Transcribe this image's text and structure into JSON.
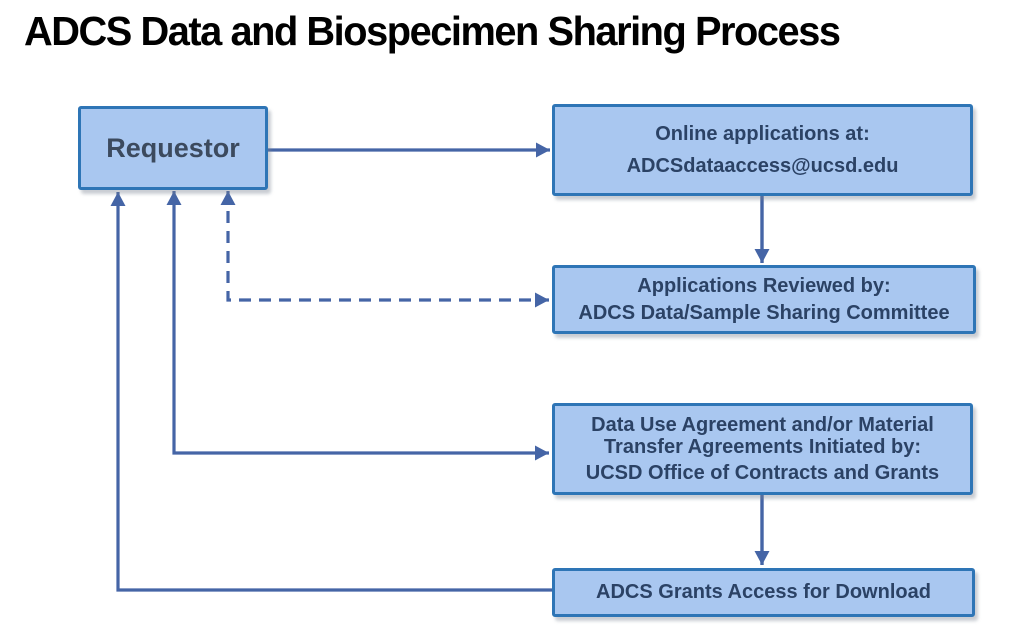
{
  "title": "ADCS Data and Biospecimen Sharing Process",
  "colors": {
    "box_fill": "#a9c7f0",
    "box_border": "#2e75b6",
    "connector": "#4565a6",
    "box_text": "#2b4265",
    "requestor_text": "#3c4a5e",
    "title_text": "#000000"
  },
  "nodes": {
    "requestor": {
      "label": "Requestor"
    },
    "online_applications": {
      "lines": [
        "Online applications at:",
        "ADCSdataaccess@ucsd.edu"
      ]
    },
    "applications_reviewed": {
      "lines": [
        "Applications Reviewed by:",
        "ADCS Data/Sample Sharing Committee"
      ]
    },
    "agreements": {
      "lines": [
        "Data Use Agreement and/or Material",
        "Transfer Agreements Initiated by:",
        "UCSD Office of Contracts and Grants"
      ]
    },
    "grants_access": {
      "lines": [
        "ADCS Grants Access for Download"
      ]
    }
  },
  "connections": [
    {
      "from": "requestor",
      "to": "online_applications",
      "style": "solid",
      "arrows": "to"
    },
    {
      "from": "online_applications",
      "to": "applications_reviewed",
      "style": "solid",
      "arrows": "to"
    },
    {
      "from": "requestor",
      "to": "applications_reviewed",
      "style": "dashed",
      "arrows": "both"
    },
    {
      "from": "requestor",
      "to": "agreements",
      "style": "solid",
      "arrows": "both"
    },
    {
      "from": "agreements",
      "to": "grants_access",
      "style": "solid",
      "arrows": "to"
    },
    {
      "from": "grants_access",
      "to": "requestor",
      "style": "solid",
      "arrows": "to"
    }
  ]
}
